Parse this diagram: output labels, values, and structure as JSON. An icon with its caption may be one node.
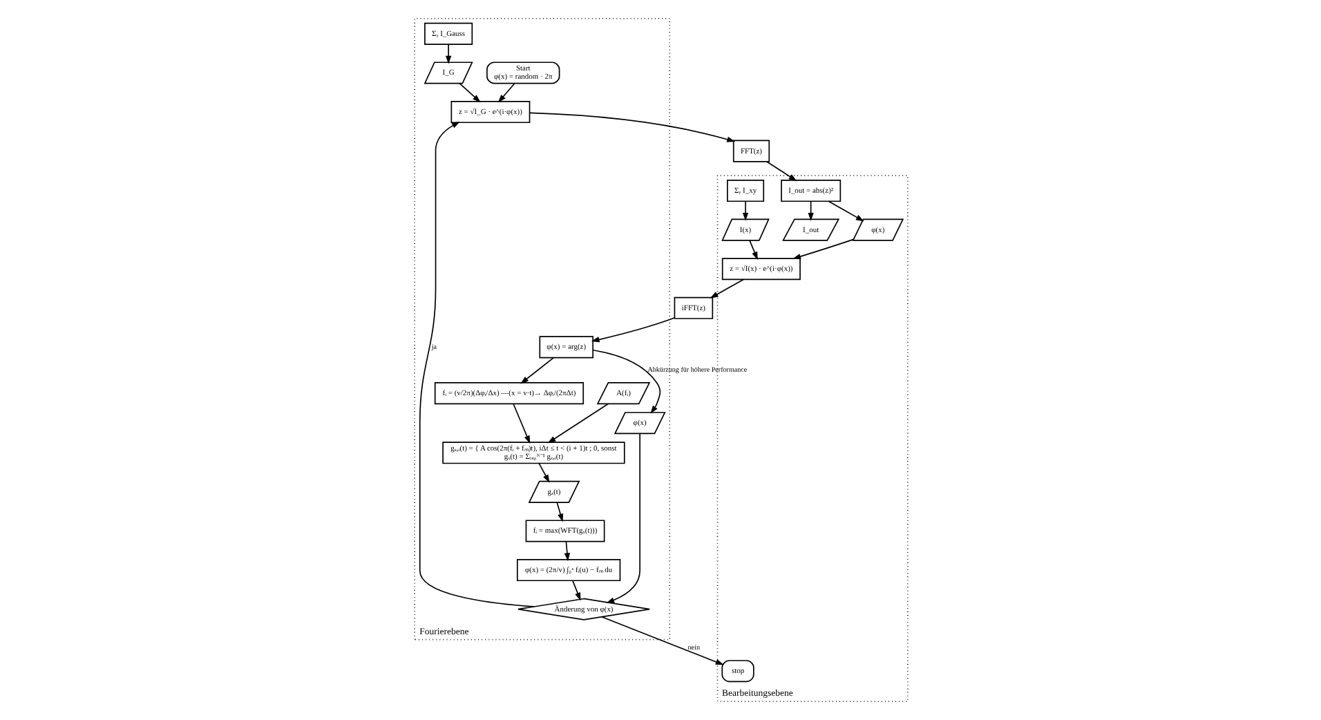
{
  "diagram": {
    "nodes": [
      {
        "text": [
          "Fourierebene"
        ]
      },
      {
        "text": [
          "Bearbeitungsebene"
        ]
      },
      {
        "text": [
          "Start",
          "φ(x) = random · 2π"
        ],
        "in": 0
      },
      {
        "text": [
          "Σᵧ I_Gauss"
        ],
        "in": 0
      },
      {
        "text": [
          "I_G"
        ],
        "in": 0
      },
      {
        "text": [
          "z = √I_G · e^(i·φ(x))"
        ],
        "in": 0
      },
      {
        "text": [
          "FFT(z)"
        ]
      },
      {
        "text": [
          "I_out = abs(z)²"
        ],
        "in": 1
      },
      {
        "text": [
          "I_out"
        ],
        "in": 1
      },
      {
        "text": [
          "φ(x) = (2π/v) ∫₀ˣ fᵢ(u) − fₘ du"
        ],
        "in": 0
      },
      {
        "text": [
          "Änderung von φ(x)"
        ],
        "in": 0
      },
      {
        "text": [
          "stop"
        ],
        "in": 1
      },
      {
        "text": [
          "fᵢ = max(WFT(gₓ(t)))"
        ],
        "in": 0
      },
      {
        "text": [
          "φ(x)"
        ],
        "in": 0
      },
      {
        "text": [
          "gₓ(t)"
        ],
        "in": 0
      },
      {
        "text": [
          "A(fᵢ)"
        ],
        "in": 0
      },
      {
        "text": [
          "gₓ,ᵢ(t) = { A cos(2π(fᵢ + fₘ)t), iΔt ≤ t < (i + 1)t ; 0, sonst",
          "gₓ(t) = Σᵢ₌₀ᴺ⁻¹ gₓ,ᵢ(t)"
        ],
        "in": 0
      },
      {
        "text": [
          "φ(x)"
        ],
        "in": 1
      },
      {
        "text": [
          "fᵢ = (v/2π)(Δφᵢ/Δx) —(x = v·t)→ Δφᵢ/(2πΔt)"
        ],
        "in": 0
      },
      {
        "text": [
          "φ(x) = arg(z)"
        ],
        "in": 0
      },
      {
        "text": [
          "iFFT(z)"
        ]
      },
      {
        "text": [
          "z = √I(x) · e^(i·φ(x))"
        ],
        "in": 1
      },
      {
        "text": [
          "I(x)"
        ],
        "in": 1
      },
      {
        "text": [
          "Σᵧ I_xy"
        ],
        "in": 1
      }
    ],
    "edges": [
      {
        "from": 2,
        "to": 5,
        "arrow": "to"
      },
      {
        "from": 3,
        "to": 4,
        "arrow": "to"
      },
      {
        "from": 4,
        "to": 5,
        "arrow": "to"
      },
      {
        "from": 5,
        "to": 6,
        "arrow": "to"
      },
      {
        "from": 6,
        "to": 7,
        "arrow": "to"
      },
      {
        "from": 7,
        "to": 8,
        "arrow": "to"
      },
      {
        "from": 7,
        "to": 17,
        "arrow": "to"
      },
      {
        "from": 17,
        "to": 21,
        "arrow": "to"
      },
      {
        "from": 23,
        "to": 22,
        "arrow": "to"
      },
      {
        "from": 22,
        "to": 21,
        "arrow": "to"
      },
      {
        "from": 21,
        "to": 20,
        "arrow": "to"
      },
      {
        "from": 20,
        "to": 19,
        "arrow": "to"
      },
      {
        "from": 19,
        "to": 18,
        "arrow": "to"
      },
      {
        "from": 19,
        "to": 13,
        "arrow": "to",
        "label": "Abkürzung für höhere Performance"
      },
      {
        "from": 13,
        "to": 10,
        "arrow": "to"
      },
      {
        "from": 18,
        "to": 16,
        "arrow": "to"
      },
      {
        "from": 16,
        "to": 14,
        "arrow": "to"
      },
      {
        "from": 15,
        "to": 16,
        "arrow": "to"
      },
      {
        "from": 14,
        "to": 12,
        "arrow": "to"
      },
      {
        "from": 12,
        "to": 9,
        "arrow": "to"
      },
      {
        "from": 9,
        "to": 10,
        "arrow": "to"
      },
      {
        "from": 10,
        "to": 5,
        "arrow": "to",
        "label": "ja"
      },
      {
        "from": 10,
        "to": 11,
        "arrow": "to",
        "label": "nein"
      }
    ]
  }
}
